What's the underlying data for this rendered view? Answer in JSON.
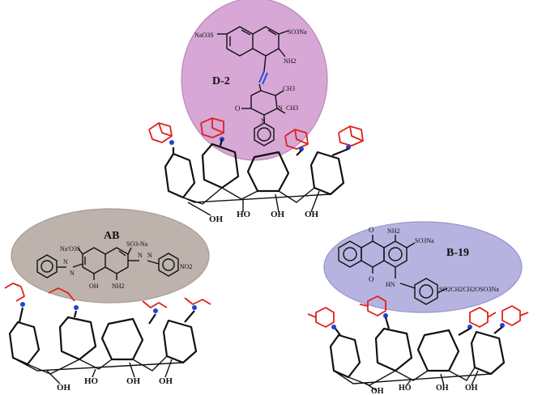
{
  "bubbles": {
    "d2": {
      "name": "D-2",
      "fill": "#d7a7d6",
      "stroke": "#b987b8",
      "labels": {
        "left_sulfonate": "NaO3S",
        "right_sulfonate": "SO3Na",
        "amine": "NH2",
        "methyl": "CH3",
        "n_methyl": "N",
        "ch3_2": "CH3",
        "carbonyl_o": "O",
        "ring_n": "N"
      }
    },
    "ab": {
      "name": "AB",
      "fill": "#bdb3ac",
      "stroke": "#a69b93",
      "labels": {
        "left_sulfonate": "Na′O3S",
        "right_sulfonate": "SO3-Na",
        "hydroxyl": "OH",
        "amine": "NH2",
        "nitro": "NO2",
        "azo_n1": "N",
        "azo_n2": "N",
        "azo_n3": "N",
        "azo_n4": "N"
      }
    },
    "b19": {
      "name": "B-19",
      "fill": "#b7b3e0",
      "stroke": "#9894c9",
      "labels": {
        "amine": "NH2",
        "sulfonate": "SO3Na",
        "top_o": "O",
        "bottom_o": "O",
        "hn": "HN",
        "tail": "SO2CH2CH2OSO3Na"
      }
    }
  },
  "hosts": {
    "top": {
      "hydroxyls": [
        "OH",
        "HO",
        "OH",
        "OH"
      ]
    },
    "left": {
      "hydroxyls": [
        "OH",
        "HO",
        "OH",
        "OH"
      ]
    },
    "right": {
      "hydroxyls": [
        "OH",
        "HO",
        "OH",
        "OH"
      ]
    }
  },
  "colors": {
    "amine_n": "#1a44d8",
    "substituent": "#e0201a",
    "bonds": "#111111"
  }
}
